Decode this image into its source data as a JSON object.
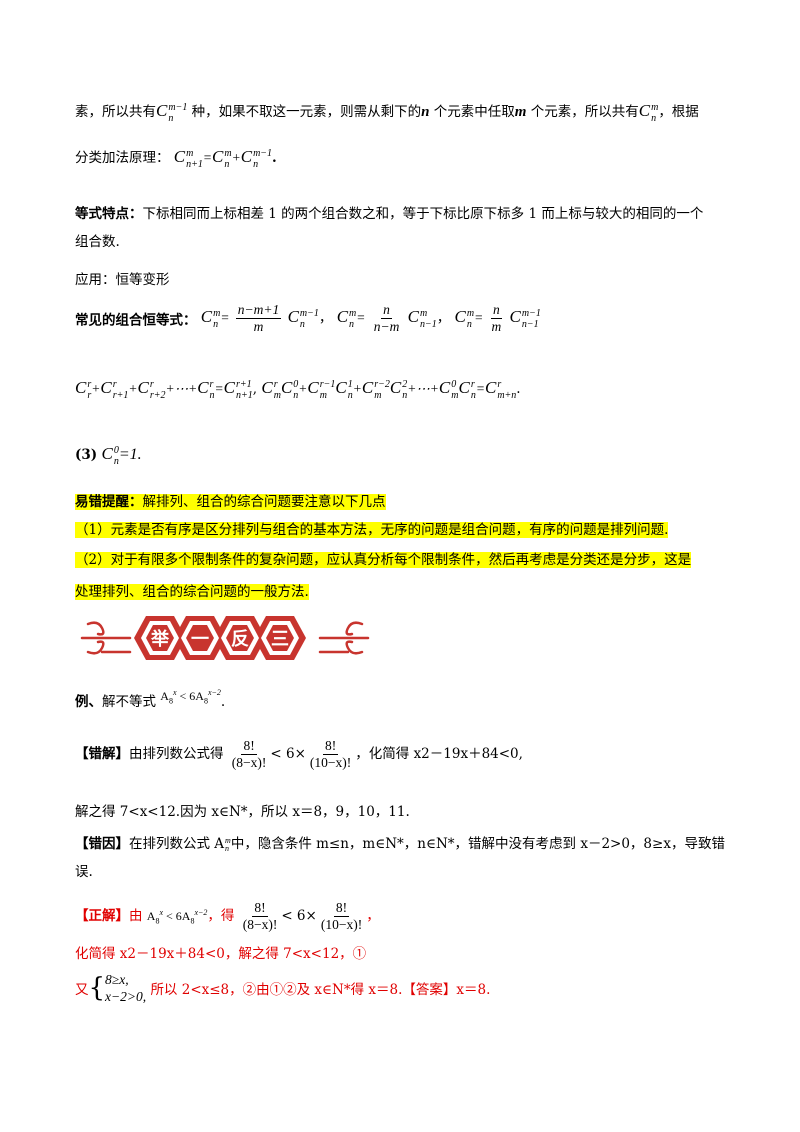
{
  "para1": {
    "t1": "素，所以共有",
    "t2": "种，如果不取这一元素，则需从剩下的",
    "n": "n",
    "t3": "个元素中任取",
    "m": "m",
    "t4": "个元素，所以共有",
    "t5": "，根据",
    "t6": "分类加法原理：",
    "sup_m1": "m−1",
    "sub_n": "n",
    "sup_m": "m",
    "sub_n1": "n+1",
    "period": "."
  },
  "feature": {
    "label": "等式特点：",
    "text1": "下标相同而上标相差 1 的两个组合数之和，等于下标比原下标多 1 而上标与较大的相同的一个",
    "text2": "组合数."
  },
  "application": "应用：恒等变形",
  "identities": {
    "label": "常见的组合恒等式：",
    "f1_num": "n−m+1",
    "f1_den": "m",
    "f2_num": "n",
    "f2_den": "n−m",
    "f3_num": "n",
    "f3_den": "m",
    "sep": "，",
    "sub_nm1": "n−1",
    "sup_mm1": "m−1"
  },
  "sums": {
    "r": "r",
    "r1": "r+1",
    "r2": "r+2",
    "rm1": "r−1",
    "rm2": "r−2",
    "zero": "0",
    "one": "1",
    "two": "2",
    "mn": "m+n",
    "dots": "+⋯+",
    "comma": ",",
    "period": "."
  },
  "item3": {
    "label": "(3)",
    "rhs": "=1."
  },
  "warning": {
    "label": "易错提醒：",
    "text": "解排列、组合的综合问题要注意以下几点",
    "p1": "（1）元素是否有序是区分排列与组合的基本方法，无序的问题是组合问题，有序的问题是排列问题.",
    "p2": "（2）对于有限多个限制条件的复杂问题，应认真分析每个限制条件，然后再考虑是分类还是分步，这是",
    "p3": "处理排列、组合的综合问题的一般方法."
  },
  "banner": {
    "chars": [
      "举",
      "一",
      "反",
      "三"
    ],
    "color": "#c8342e"
  },
  "example": {
    "label": "例、",
    "text": "解不等式",
    "ineq": "A⁸ˣ < 6A⁸ˣ⁻²",
    "period": "."
  },
  "wrong_solution": {
    "label": "【错解】",
    "t1": "由排列数公式得",
    "frac1_num": "8!",
    "frac1_den": "(8−x)!",
    "lt6": "< 6×",
    "frac2_num": "8!",
    "frac2_den": "(10−x)!",
    "t2": "，化简得 x2－19x＋84<0,",
    "t3": "解之得 7<x<12.因为 x∈N*，所以 x＝8，9，10，11."
  },
  "wrong_reason": {
    "label": "【错因】",
    "t1": "在排列数公式 A",
    "t2": "中，隐含条件 m≤n，m∈N*，n∈N*，错解中没有考虑到 x－2>0，8≥x，导致错",
    "t3": "误."
  },
  "correct_solution": {
    "label": "【正解】",
    "t1": "由",
    "t2": "，得",
    "t3": "，",
    "t4": "化简得 x2－19x＋84<0，解之得 7<x<12，①",
    "you": "又",
    "sys1": "8≥x,",
    "sys2": "x−2>0,",
    "t5": "所以 2<x≤8，②由①②及 x∈N*得 x＝8.【答案】x＝8."
  }
}
